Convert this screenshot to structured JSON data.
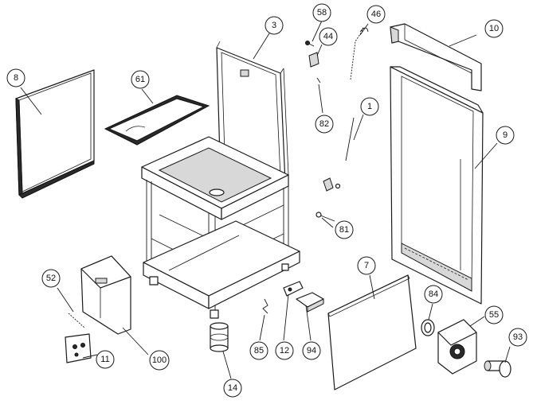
{
  "callouts": {
    "c3": "3",
    "c58": "58",
    "c46": "46",
    "c44": "44",
    "c10": "10",
    "c8": "8",
    "c61": "61",
    "c82": "82",
    "c1": "1",
    "c9": "9",
    "c81": "81",
    "c52": "52",
    "c7": "7",
    "c84": "84",
    "c55": "55",
    "c93": "93",
    "c100": "100",
    "c11": "11",
    "c85": "85",
    "c12": "12",
    "c94": "94",
    "c14": "14"
  }
}
